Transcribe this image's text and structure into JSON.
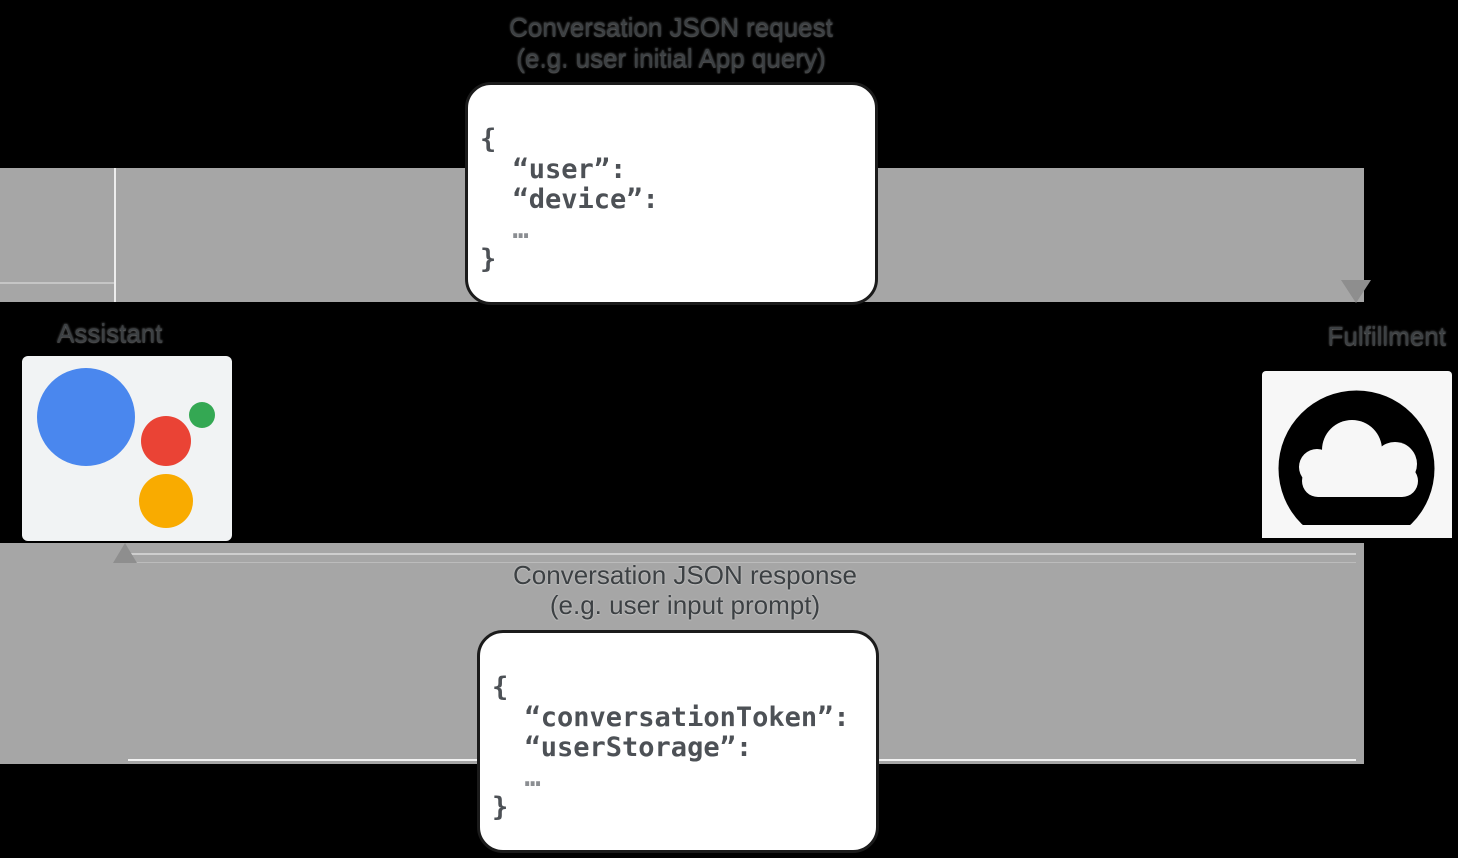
{
  "labels": {
    "request_title": "Conversation JSON request",
    "request_subtitle": "(e.g. user initial App query)",
    "response_title": "Conversation JSON response",
    "response_subtitle": "(e.g. user input prompt)",
    "assistant": "Assistant",
    "fulfillment": "Fulfillment"
  },
  "code_blocks": {
    "request": {
      "lines": [
        "{",
        "  “user”:",
        "  “device”:",
        "  …",
        "}"
      ]
    },
    "response": {
      "lines": [
        "{",
        "  “conversationToken”:",
        "  “userStorage”:",
        "  …",
        "}"
      ]
    }
  },
  "icons": {
    "assistant_logo": "google-assistant-logo",
    "fulfillment_logo": "cloud-icon",
    "request_arrowhead": "arrowhead-down-icon",
    "response_arrowhead": "arrowhead-up-icon"
  },
  "colors": {
    "background": "#000000",
    "arrow_slab": "#a6a6a6",
    "arrowhead": "#8e8e8e",
    "label_text": "#3c4043",
    "code_text": "#4d5156",
    "code_box_bg": "#ffffff",
    "code_box_border": "#1b1b1b",
    "assistant_box_bg": "#f1f3f4",
    "cloud_box_bg": "#f7f7f7",
    "assistant_blue": "#4a87ee",
    "assistant_green": "#34a853",
    "assistant_red": "#ea4335",
    "assistant_yellow": "#f9ab00",
    "cloud_icon": "#000000"
  }
}
